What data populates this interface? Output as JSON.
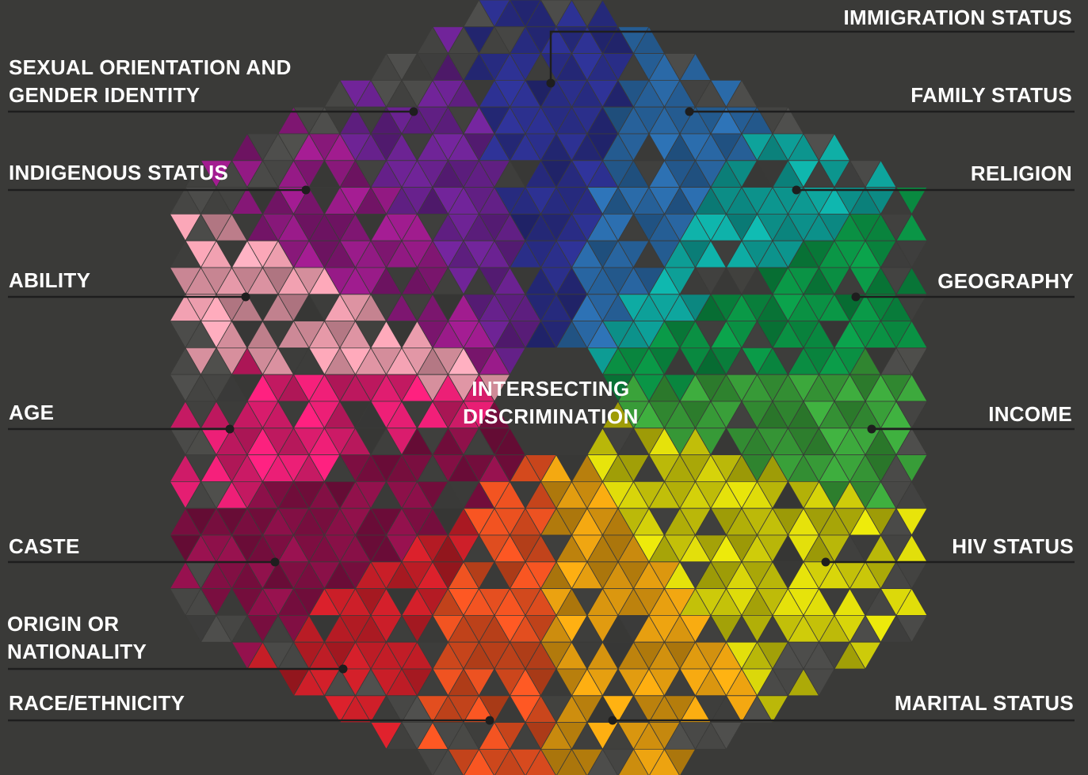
{
  "center_title": [
    "INTERSECTING",
    "DISCRIMINATION"
  ],
  "background_color": "#3a3a38",
  "categories": [
    {
      "id": "immigration-status",
      "text": [
        "IMMIGRATION STATUS"
      ],
      "side": "right",
      "color": "#2b2f8c"
    },
    {
      "id": "family-status",
      "text": [
        "FAMILY STATUS"
      ],
      "side": "right",
      "color": "#2a6aa8"
    },
    {
      "id": "religion",
      "text": [
        "RELIGION"
      ],
      "side": "right",
      "color": "#0ea8a0"
    },
    {
      "id": "geography",
      "text": [
        "GEOGRAPHY"
      ],
      "side": "right",
      "color": "#0a9445"
    },
    {
      "id": "income",
      "text": [
        "INCOME"
      ],
      "side": "right",
      "color": "#3aa23a"
    },
    {
      "id": "hiv-status",
      "text": [
        "HIV STATUS"
      ],
      "side": "right",
      "color": "#d7d40a"
    },
    {
      "id": "marital-status",
      "text": [
        "MARITAL STATUS"
      ],
      "side": "right",
      "color": "#e8a010"
    },
    {
      "id": "race-ethnicity",
      "text": [
        "RACE/ETHNICITY"
      ],
      "side": "left",
      "color": "#e85020"
    },
    {
      "id": "origin-or-nationality",
      "text": [
        "ORIGIN OR",
        "NATIONALITY"
      ],
      "side": "left",
      "color": "#c81e28"
    },
    {
      "id": "caste",
      "text": [
        "CASTE"
      ],
      "side": "left",
      "color": "#8a1048"
    },
    {
      "id": "age",
      "text": [
        "AGE"
      ],
      "side": "left",
      "color": "#e81e74"
    },
    {
      "id": "ability",
      "text": [
        "ABILITY"
      ],
      "side": "left",
      "color": "#f0a0b0"
    },
    {
      "id": "indigenous-status",
      "text": [
        "INDIGENOUS STATUS"
      ],
      "side": "left",
      "color": "#951a85"
    },
    {
      "id": "sexual-orientation-and-gender-identity",
      "text": [
        "SEXUAL ORIENTATION AND",
        "GENDER IDENTITY"
      ],
      "side": "left",
      "color": "#6a2290"
    }
  ]
}
